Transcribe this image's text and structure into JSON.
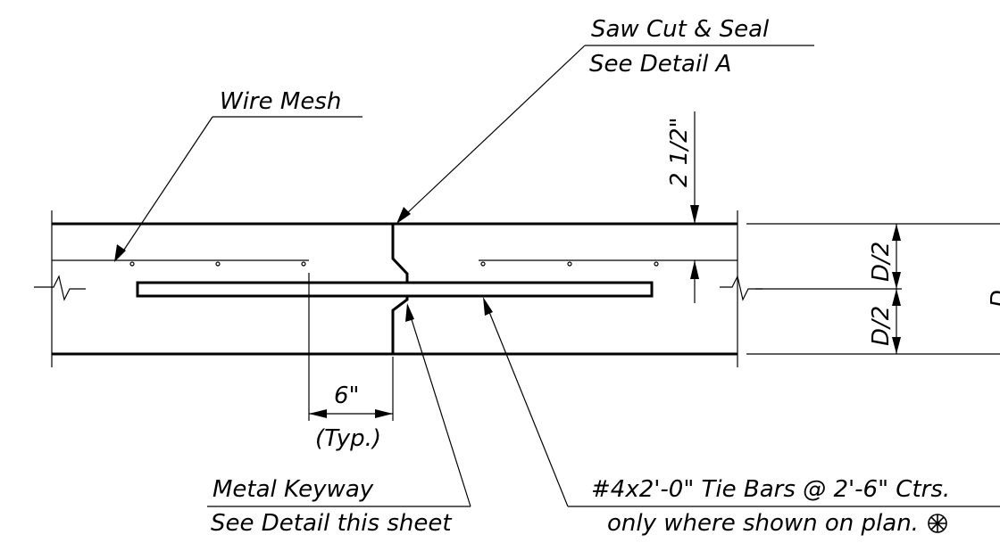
{
  "labels": {
    "saw_cut_line1": "Saw Cut & Seal",
    "saw_cut_line2": "See Detail A",
    "wire_mesh": "Wire Mesh",
    "dim_2half": "2 1/2\"",
    "dim_d2_upper": "D/2",
    "dim_d2_lower": "D/2",
    "dim_d": "D",
    "dim_6in": "6\"",
    "dim_typ": "(Typ.)",
    "metal_keyway_line1": "Metal Keyway",
    "metal_keyway_line2": "See Detail this sheet",
    "tie_bars_line1": "#4x2'-0\" Tie Bars @ 2'-6\" Ctrs.",
    "tie_bars_line2": "only where shown on plan."
  },
  "symbols": {
    "note_symbol": "circled-asterisk-icon"
  }
}
